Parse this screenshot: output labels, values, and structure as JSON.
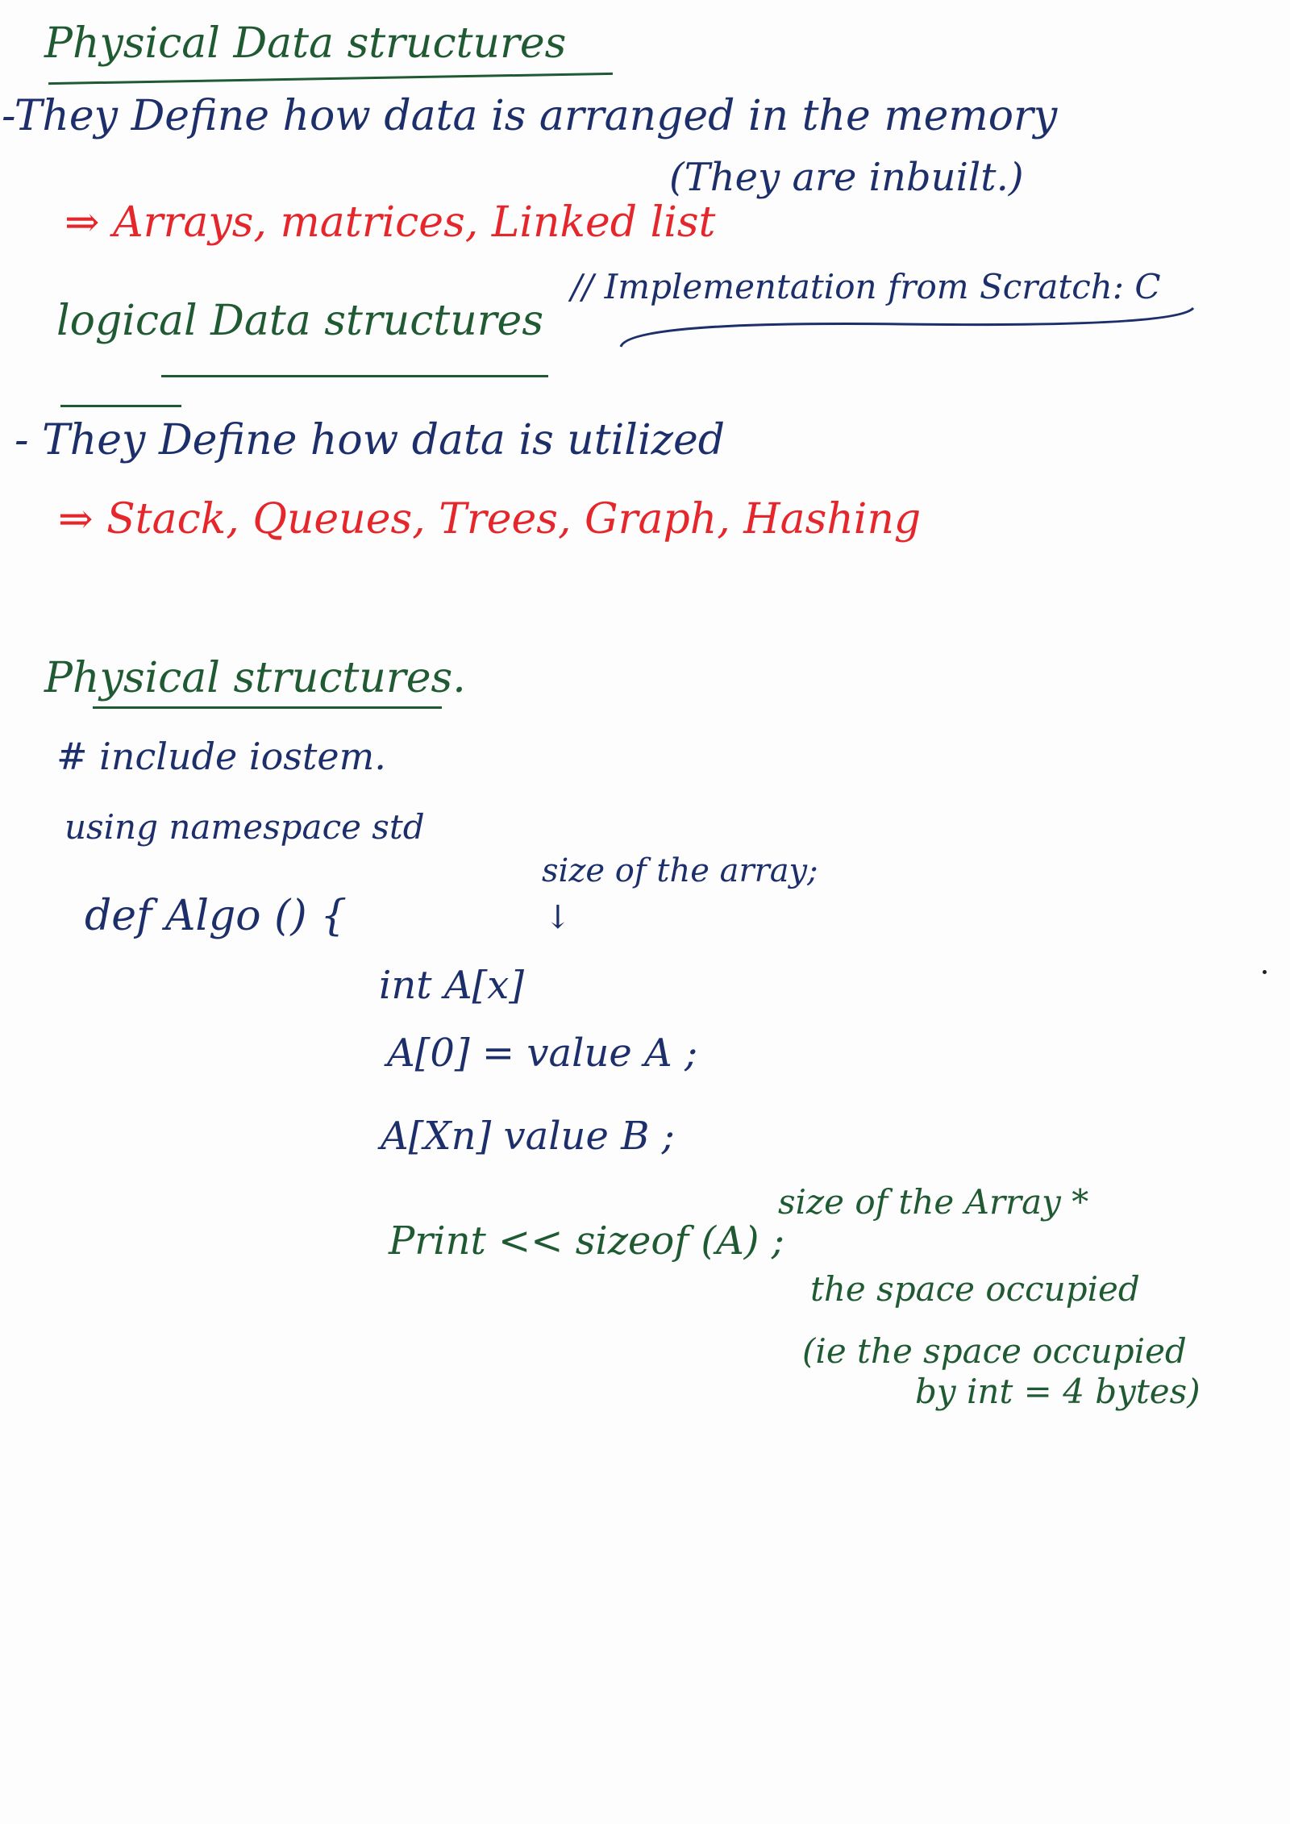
{
  "notes": {
    "heading1": "Physical   Data structures",
    "def1": "-They  Define  how  data  is  arranged  in  the   memory",
    "def1_aside": "(They  are  inbuilt.)",
    "examples1": "⇒ Arrays, matrices, Linked  list",
    "heading2": "logical  Data  structures",
    "impl_note": "//  Implementation  from  Scratch: C",
    "def2": "- They  Define   how  data   is   utilized",
    "examples2": "⇒  Stack,  Queues,  Trees,  Graph,  Hashing",
    "heading3": "Physical   structures.",
    "code": {
      "include": "#  include   iostem.",
      "using": "using   namespace   std",
      "def": "def  Algo () {",
      "annot_size": "size  of   the  array;",
      "arrow": "↓",
      "line1": "int   A[x]",
      "line2": "A[0]   =  value  A ;",
      "line3": "A[Xn]   value  B ;",
      "print": "Print  <<  sizeof (A) ;",
      "annot_print": "size   of    the  Array *",
      "annot2": "the  space  occupied",
      "annot3": "(ie  the  space  occupied",
      "annot4": "by  int  =  4  bytes)"
    }
  },
  "colors": {
    "green": "#1f5a33",
    "blue": "#1c2f6b",
    "red": "#e5272c"
  }
}
